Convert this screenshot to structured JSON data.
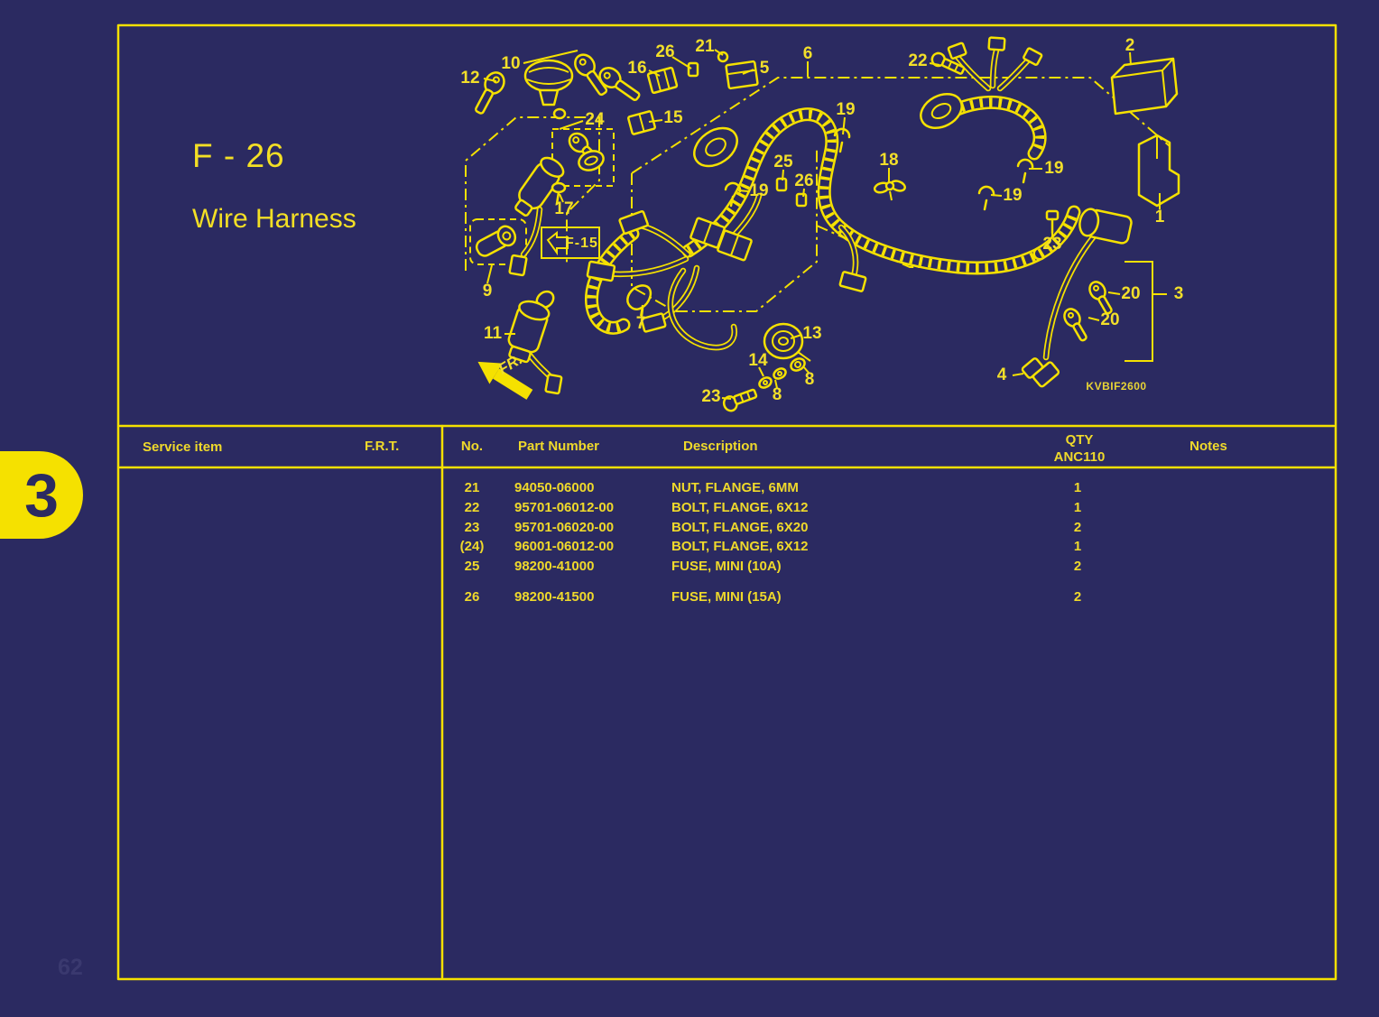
{
  "page": {
    "section_tab": "3",
    "page_number": "62",
    "figure_code": "F - 26",
    "figure_title": "Wire Harness",
    "diagram_code": "KVBIF2600",
    "fr_label": "FR.",
    "f15_label": "F-15"
  },
  "table": {
    "headers": {
      "service_item": "Service item",
      "frt": "F.R.T.",
      "no": "No.",
      "part_number": "Part Number",
      "description": "Description",
      "qty_line1": "QTY",
      "qty_line2": "ANC110",
      "notes": "Notes"
    },
    "rows": [
      {
        "no": "21",
        "part_number": "94050-06000",
        "description": "NUT, FLANGE, 6MM",
        "qty": "1",
        "notes": ""
      },
      {
        "no": "22",
        "part_number": "95701-06012-00",
        "description": "BOLT, FLANGE, 6X12",
        "qty": "1",
        "notes": ""
      },
      {
        "no": "23",
        "part_number": "95701-06020-00",
        "description": "BOLT, FLANGE, 6X20",
        "qty": "2",
        "notes": ""
      },
      {
        "no": "(24)",
        "part_number": "96001-06012-00",
        "description": "BOLT, FLANGE, 6X12",
        "qty": "1",
        "notes": ""
      },
      {
        "no": "25",
        "part_number": "98200-41000",
        "description": "FUSE, MINI (10A)",
        "qty": "2",
        "notes": ""
      },
      {
        "no": "26",
        "part_number": "98200-41500",
        "description": "FUSE, MINI (15A)",
        "qty": "2",
        "notes": ""
      }
    ]
  },
  "diagram": {
    "callouts": [
      {
        "label": "12"
      },
      {
        "label": "10"
      },
      {
        "label": "16"
      },
      {
        "label": "26"
      },
      {
        "label": "21"
      },
      {
        "label": "5"
      },
      {
        "label": "6"
      },
      {
        "label": "22"
      },
      {
        "label": "2"
      },
      {
        "label": "24"
      },
      {
        "label": "15"
      },
      {
        "label": "19"
      },
      {
        "label": "25"
      },
      {
        "label": "18"
      },
      {
        "label": "19"
      },
      {
        "label": "26"
      },
      {
        "label": "19"
      },
      {
        "label": "19"
      },
      {
        "label": "17"
      },
      {
        "label": "23"
      },
      {
        "label": "1"
      },
      {
        "label": "9"
      },
      {
        "label": "20"
      },
      {
        "label": "3"
      },
      {
        "label": "20"
      },
      {
        "label": "11"
      },
      {
        "label": "7"
      },
      {
        "label": "13"
      },
      {
        "label": "14"
      },
      {
        "label": "8"
      },
      {
        "label": "8"
      },
      {
        "label": "23"
      },
      {
        "label": "4"
      }
    ]
  },
  "colors": {
    "background": "#2b2a61",
    "line_yellow": "#F5E100",
    "text_yellow": "#EFD92B"
  }
}
